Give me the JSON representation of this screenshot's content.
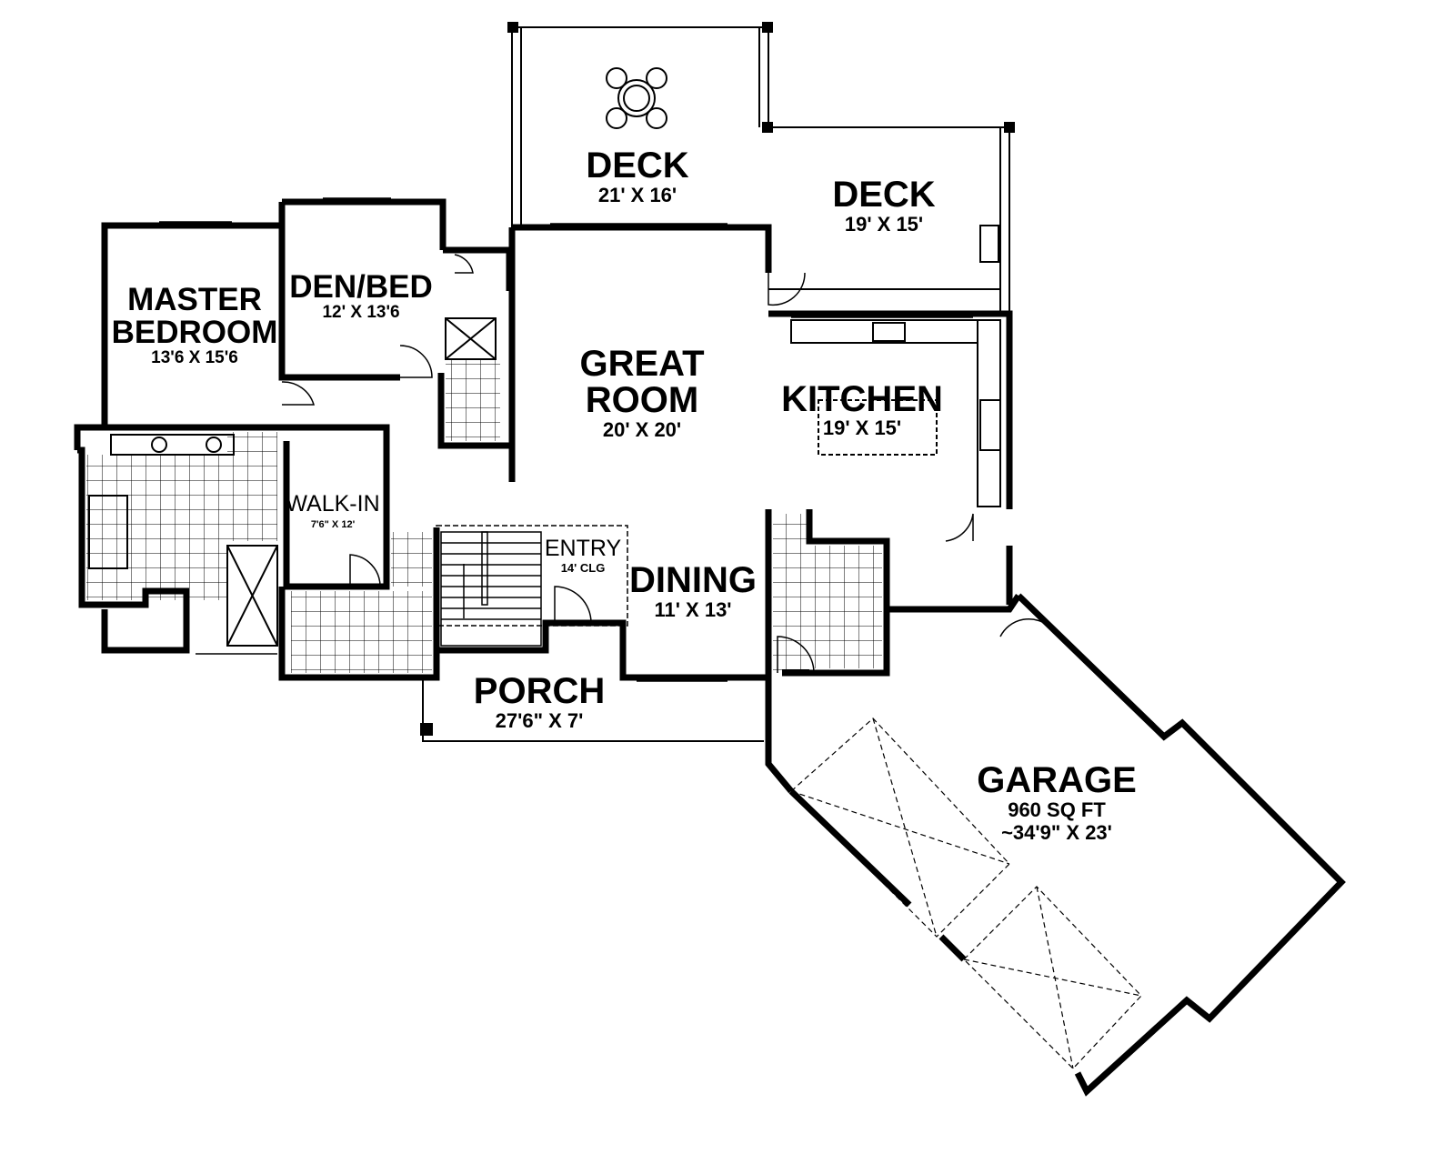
{
  "rooms": {
    "deck1": {
      "name": "DECK",
      "dims": "21' X 16'"
    },
    "deck2": {
      "name": "DECK",
      "dims": "19' X 15'"
    },
    "master": {
      "name_line1": "MASTER",
      "name_line2": "BEDROOM",
      "dims": "13'6 X 15'6"
    },
    "den": {
      "name": "DEN/BED",
      "dims": "12' X 13'6"
    },
    "great": {
      "name_line1": "GREAT",
      "name_line2": "ROOM",
      "dims": "20' X 20'"
    },
    "kitchen": {
      "name": "KITCHEN",
      "dims": "19' X 15'"
    },
    "walkin": {
      "name": "WALK-IN",
      "dims": "7'6\" X 12'"
    },
    "entry": {
      "name": "ENTRY",
      "dims": "14' CLG"
    },
    "dining": {
      "name": "DINING",
      "dims": "11' X 13'"
    },
    "porch": {
      "name": "PORCH",
      "dims": "27'6\" X 7'"
    },
    "garage": {
      "name": "GARAGE",
      "area": "960 SQ FT",
      "dims": "~34'9\" X 23'"
    }
  },
  "colors": {
    "wall": "#000000",
    "background": "#ffffff"
  }
}
